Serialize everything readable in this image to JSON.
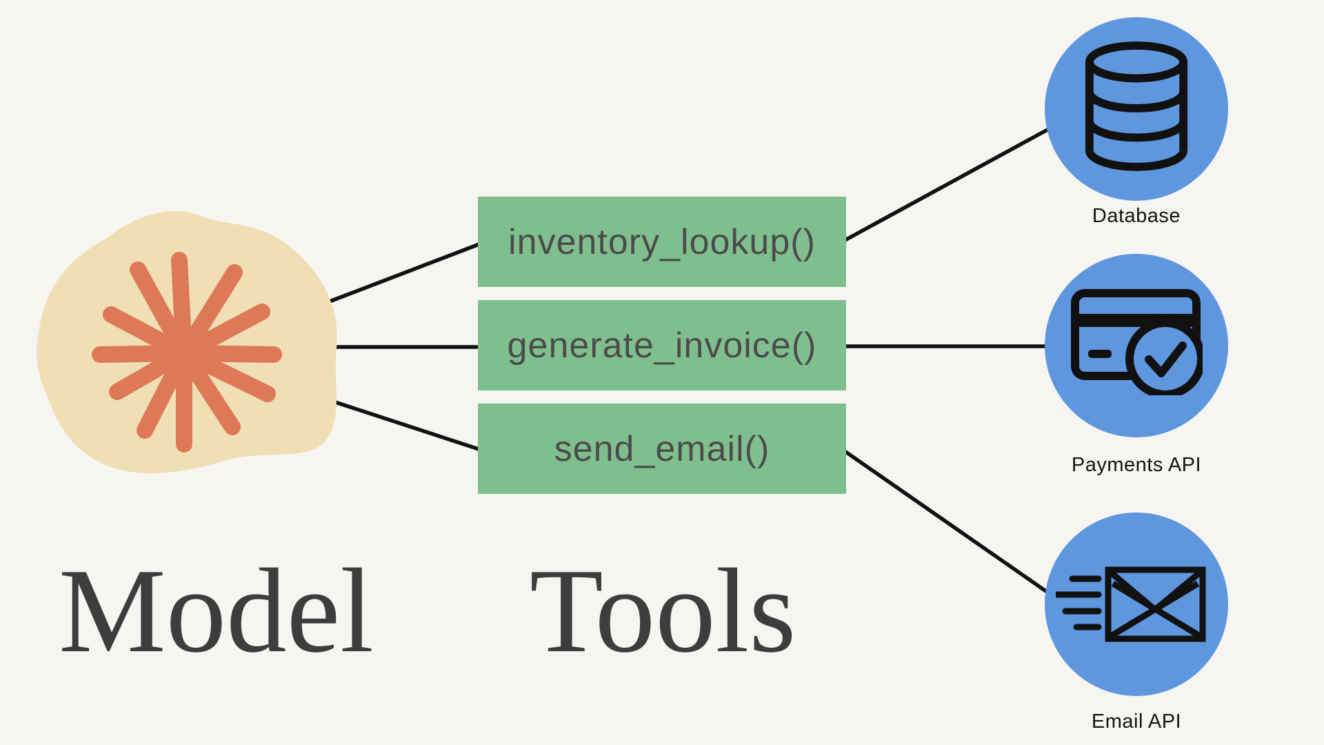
{
  "colors": {
    "bg": "#f7f5f2",
    "blob": "#f0deb4",
    "star": "#de7957",
    "green": "#7fbf8d",
    "blue": "#5e97de",
    "ink": "#111111",
    "box-text": "#4b4b4b",
    "heading": "#3d3d3d",
    "label": "#141414"
  },
  "headings": {
    "model": "Model",
    "tools": "Tools"
  },
  "tool_functions": [
    "inventory_lookup()",
    "generate_invoice()",
    "send_email()"
  ],
  "services": [
    {
      "label": "Database",
      "icon": "database-icon"
    },
    {
      "label": "Payments API",
      "icon": "payments-card-check-icon"
    },
    {
      "label": "Email API",
      "icon": "email-send-icon"
    }
  ]
}
